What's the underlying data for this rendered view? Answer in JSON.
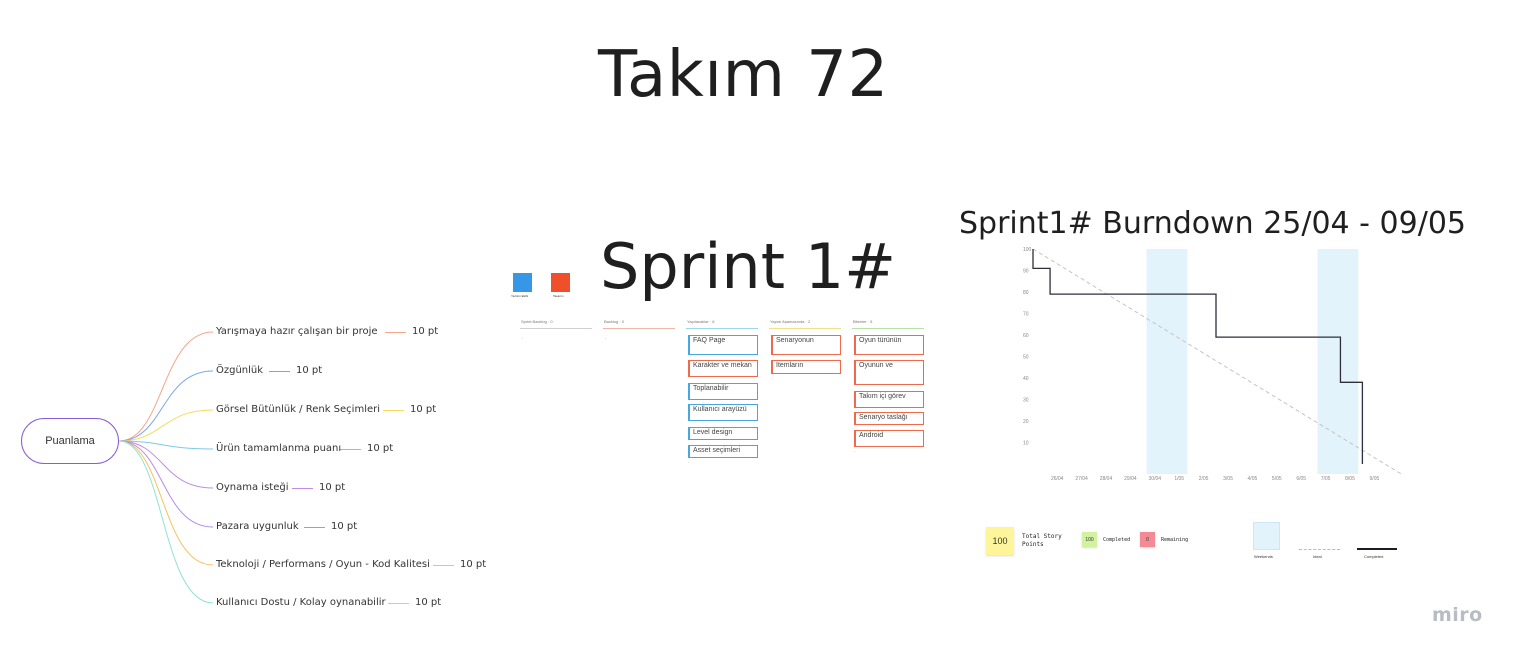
{
  "board_title": "Takım 72",
  "mindmap": {
    "root": "Puanlama",
    "branches": [
      {
        "label": "Yarışmaya hazır çalışan bir proje",
        "points": "10 pt",
        "color": "#f5a58a"
      },
      {
        "label": "Özgünlük",
        "points": "10 pt",
        "color": "#7aa7e8"
      },
      {
        "label": "Görsel Bütünlük / Renk Seçimleri",
        "points": "10 pt",
        "color": "#f3dd5c"
      },
      {
        "label": "Ürün tamamlanma puanı",
        "points": "10 pt",
        "color": "#7ec8ec"
      },
      {
        "label": "Oynama isteği",
        "points": "10 pt",
        "color": "#c38be0"
      },
      {
        "label": "Pazara uygunluk",
        "points": "10 pt",
        "color": "#b38be8"
      },
      {
        "label": "Teknoloji / Performans / Oyun - Kod Kalitesi",
        "points": "10 pt",
        "color": "#f6c25a"
      },
      {
        "label": "Kullanıcı Dostu / Kolay oynanabilir",
        "points": "10 pt",
        "color": "#8fe3cf"
      }
    ]
  },
  "sprint": {
    "title": "Sprint 1#",
    "legend": [
      {
        "label": "Yazılım Ekibi",
        "color": "#3597e6"
      },
      {
        "label": "Tasarım",
        "color": "#f04f2c"
      }
    ],
    "columns": [
      {
        "head": "Sprint Backlog · 0",
        "color": "#cfcfcf",
        "cards": []
      },
      {
        "head": "Backlog · 0",
        "color": "#f2b6a8",
        "cards": []
      },
      {
        "head": "Yapılacaklar · 6",
        "color": "#9fd6ea",
        "cards": [
          {
            "text": "FAQ Page",
            "color": "#49a6e0"
          },
          {
            "text": "Karakter ve mekan",
            "color": "#ee6a4c"
          },
          {
            "text": "Toplanabilir",
            "color": "#49a6e0"
          },
          {
            "text": "Kullanıcı arayüzü",
            "color": "#49a6e0"
          },
          {
            "text": "Level design",
            "color": "#49a6e0"
          },
          {
            "text": "Asset seçimleri",
            "color": "#49a6e0"
          }
        ]
      },
      {
        "head": "Yapım Aşamasında · 2",
        "color": "#f3de8a",
        "cards": [
          {
            "text": "Senaryonun",
            "color": "#ee6a4c"
          },
          {
            "text": "İtemların",
            "color": "#ee6a4c"
          }
        ]
      },
      {
        "head": "Bitenler · 5",
        "color": "#b8e2a4",
        "cards": [
          {
            "text": "Oyun türünün",
            "color": "#ee6a4c"
          },
          {
            "text": "Oyunun ve",
            "color": "#ee6a4c"
          },
          {
            "text": "Takım içi görev",
            "color": "#ee6a4c"
          },
          {
            "text": "Senaryo taslağı",
            "color": "#ee6a4c"
          },
          {
            "text": "Android",
            "color": "#ee6a4c"
          }
        ]
      }
    ]
  },
  "burndown": {
    "title": "Sprint1# Burndown 25/04 - 09/05",
    "legend": {
      "total_value": "100",
      "total_label": "Total Story Points",
      "completed_value": "100",
      "completed_label": "Completed",
      "remaining_value": "0",
      "remaining_label": "Remaining",
      "weekends_label": "Weekends",
      "ideal_label": "Ideal",
      "completed_line_label": "Completed"
    },
    "colors": {
      "weekend": "#e2f3fc",
      "ideal": "#c4c4c4",
      "actual": "#2d2f3d"
    }
  },
  "chart_data": {
    "type": "line",
    "title": "Sprint1# Burndown 25/04 - 09/05",
    "categories": [
      "26/04",
      "27/04",
      "28/04",
      "29/04",
      "30/04",
      "1/05",
      "2/05",
      "3/05",
      "4/05",
      "5/05",
      "6/05",
      "7/05",
      "8/05",
      "9/05"
    ],
    "yticks": [
      100,
      90,
      80,
      70,
      60,
      50,
      40,
      30,
      20,
      10
    ],
    "ylim": [
      0,
      100
    ],
    "weekends": [
      [
        "30/04",
        "1/05"
      ],
      [
        "7/05",
        "8/05"
      ]
    ],
    "series": [
      {
        "name": "Ideal",
        "style": "dashed",
        "points": [
          [
            -0.5,
            100
          ],
          [
            14.1,
            0
          ]
        ]
      },
      {
        "name": "Completed",
        "style": "solid",
        "steps": [
          [
            -0.5,
            100
          ],
          [
            -0.5,
            91
          ],
          [
            0.2,
            91
          ],
          [
            0.2,
            79
          ],
          [
            7.0,
            79
          ],
          [
            7.0,
            59
          ],
          [
            12.1,
            59
          ],
          [
            12.1,
            38
          ],
          [
            13.0,
            38
          ],
          [
            13.0,
            0
          ]
        ]
      }
    ],
    "grid": false
  }
}
